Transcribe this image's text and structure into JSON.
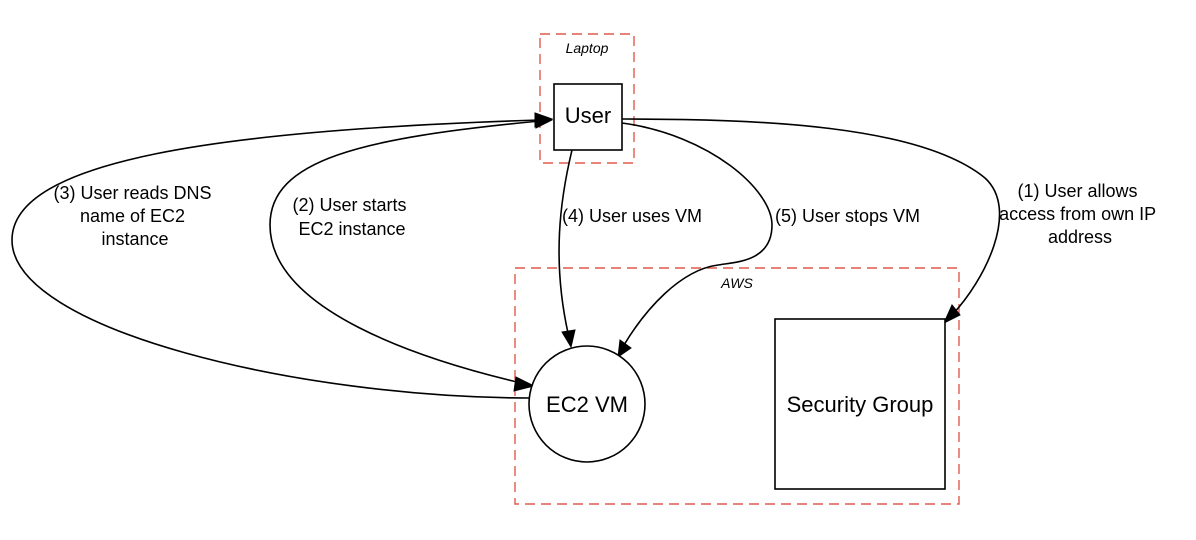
{
  "clusters": {
    "laptop": "Laptop",
    "aws": "AWS"
  },
  "nodes": {
    "user": "User",
    "ec2": "EC2 VM",
    "security_group": "Security Group"
  },
  "edges": {
    "allow_access": [
      "(1) User allows",
      "access from own IP",
      "address"
    ],
    "starts_instance": [
      "(2) User starts",
      "EC2 instance"
    ],
    "reads_dns": [
      "(3) User reads DNS",
      "name of EC2",
      "instance"
    ],
    "uses_vm": [
      "(4) User uses VM"
    ],
    "stops_vm": [
      "(5) User stops VM"
    ]
  },
  "colors": {
    "cluster_border": "#e05a4f",
    "stroke": "#000000"
  }
}
